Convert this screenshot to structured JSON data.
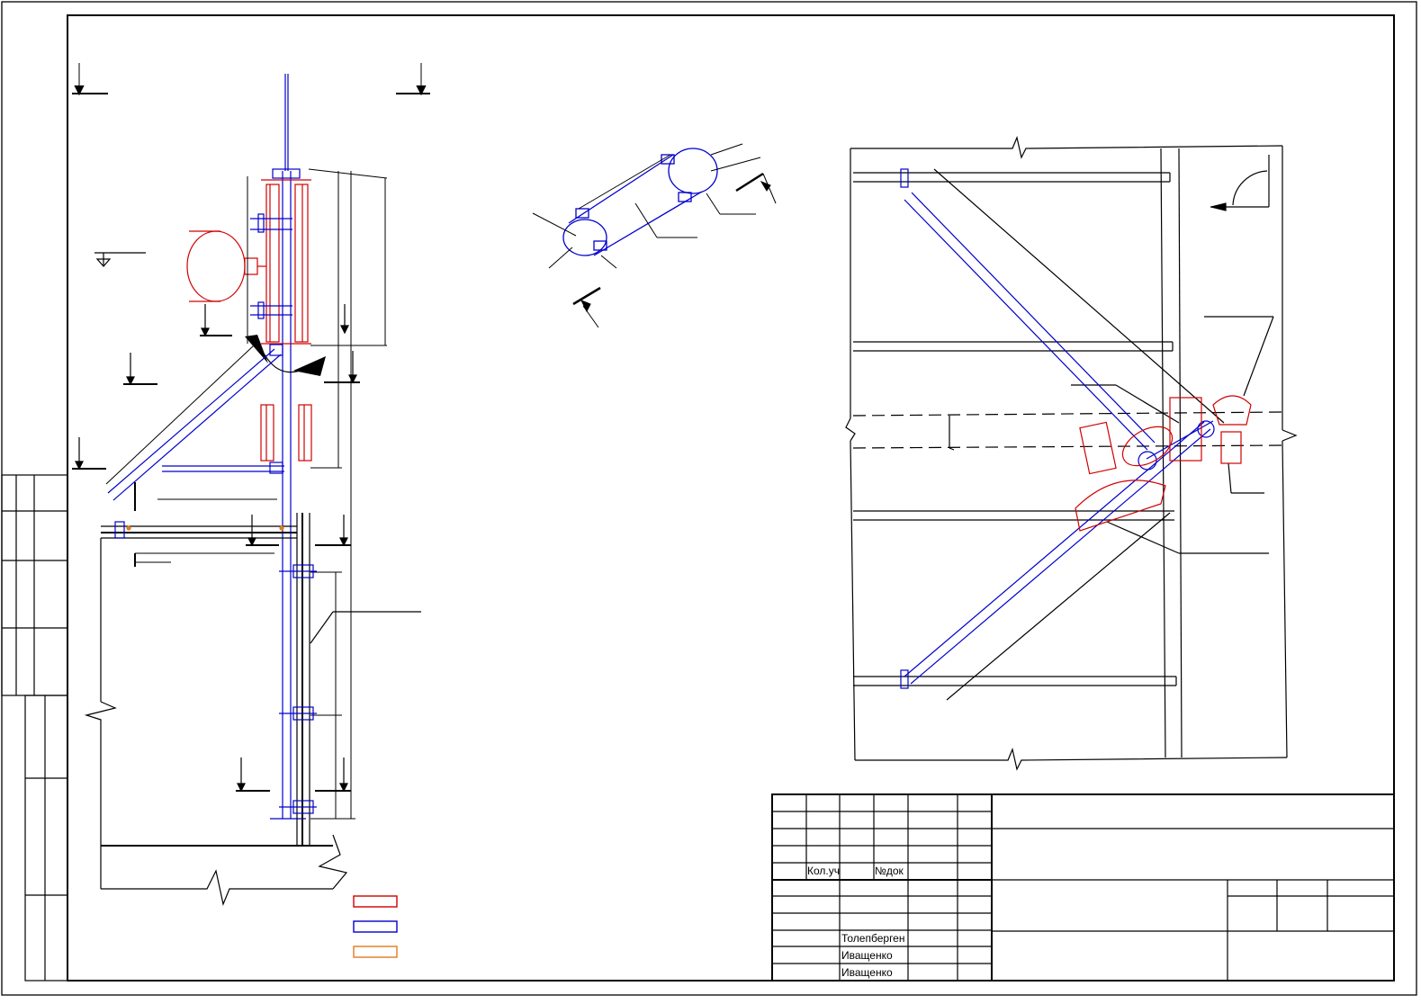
{
  "title_block": {
    "header_kol": "Кол.уч",
    "header_ndok": "№док",
    "names": [
      "Толепберген",
      "Иващенко",
      "Иващенко"
    ]
  },
  "legend": {
    "colors": [
      "#d00000",
      "#0000cc",
      "#e07b20"
    ]
  },
  "colors": {
    "line": "#000000",
    "existing": "#d00000",
    "new": "#0000cc",
    "other": "#e07b20"
  }
}
